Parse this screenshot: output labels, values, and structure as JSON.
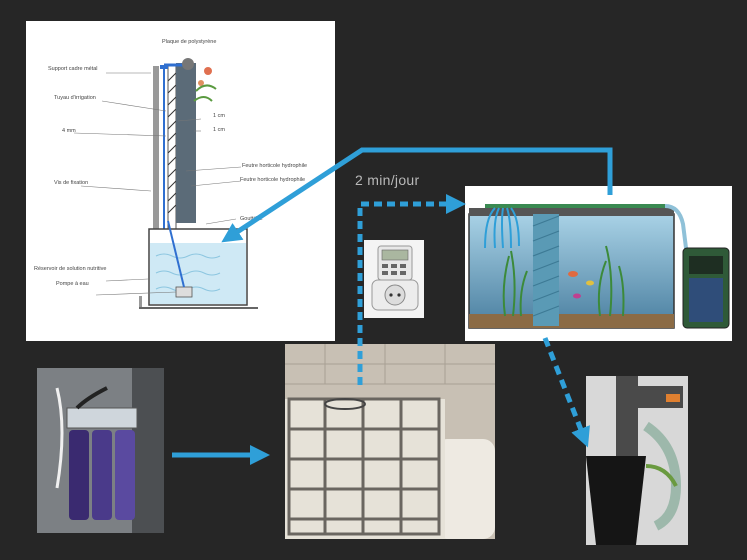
{
  "diagram": {
    "labels": {
      "top": "Plaque de polystyrène",
      "support": "Support cadre métal",
      "pipe": "Tuyau d'irrigation",
      "thickness": "4 mm",
      "screw": "Vis de fixation",
      "cm1": "1 cm",
      "cm2": "1 cm",
      "felt1": "Feutre horticole hydrophile",
      "felt2": "Feutre horticole hydrophile",
      "drip": "Gouttière",
      "tank": "Réservoir de solution nutritive",
      "pump": "Pompe à eau"
    }
  },
  "annotation": {
    "timer_label": "2 min/jour"
  },
  "colors": {
    "background": "#262626",
    "arrow": "#2f9fd8",
    "water": "#cfe9f5",
    "aquarium_water": "#4a7fa0"
  },
  "icons": {
    "timer": "plug-in-timer-icon",
    "filter": "reverse-osmosis-filter-icon",
    "tank": "ibc-water-tank-icon",
    "aquarium": "aquarium-icon",
    "sump": "filter-sump-icon"
  }
}
